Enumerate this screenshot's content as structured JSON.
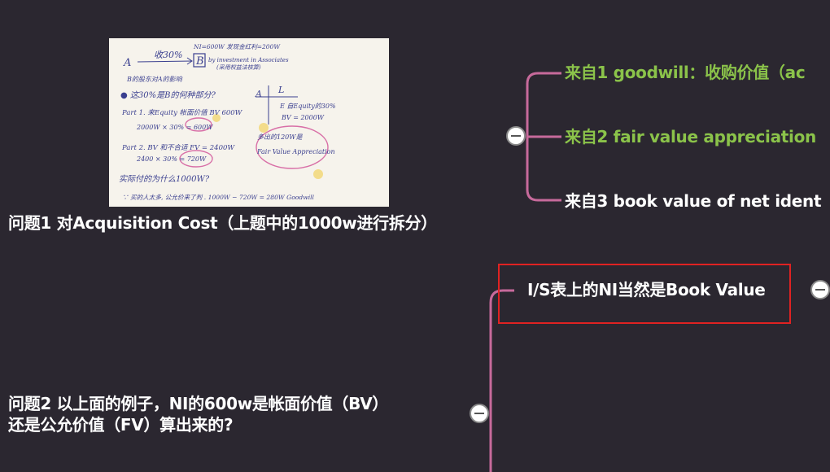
{
  "note": {
    "line1_a": "A",
    "line1_buy": "收30%",
    "line1_b": "B",
    "line1_tag": "NI=600W 发现金红利=200W",
    "line1_note": "by investment in Associates",
    "line1_note2": "(采用权益法核算)",
    "line2": "B的股东对A的影响",
    "line3": "● 这30%是B的何种部分?",
    "line4": "Part 1. 来Equity 帐面价值 BV 600W",
    "line5": "2000W × 30% = 600W",
    "line6": "Part 2. BV 和不合适 FV = 2400W",
    "line7": "2400 × 30% = 720W",
    "line8": "实际付的为什么1000W?",
    "line9": "∵ 买的人太多, 公允价来了判 . 1000W − 720W = 280W Goodwill",
    "t_a": "A",
    "t_l": "L",
    "t_e": "E 自Equity的30%",
    "t_bv": "BV = 2000W",
    "side1": "多出的120W是",
    "side2": "Fair Value Appreciation"
  },
  "q1": "问题1 对Acquisition Cost（上题中的1000w进行拆分）",
  "branches": [
    "来自1 goodwill：收购价值（ac",
    "来自2  fair value appreciation",
    "来自3 book value of net ident"
  ],
  "is_label": "I/S表上的NI当然是Book Value",
  "q2_line1": "问题2 以上面的例子，NI的600w是帐面价值（BV）",
  "q2_line2": "还是公允价值（FV）算出来的?",
  "colors": {
    "background": "#2b2730",
    "connector": "#c76a9b",
    "green_text": "#8bc34a",
    "highlight": "#e02222"
  }
}
